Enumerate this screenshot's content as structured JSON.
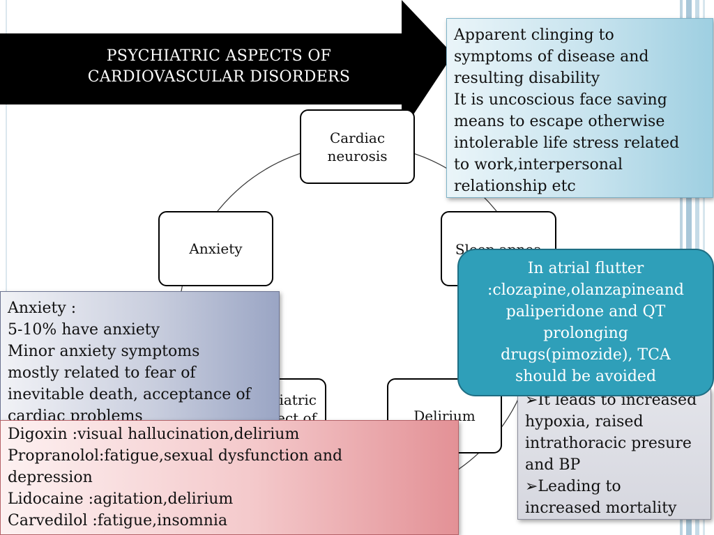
{
  "slide": {
    "title_lines": [
      "PSYCHIATRIC ASPECTS OF",
      "CARDIOVASCULAR DISORDERS"
    ]
  },
  "nodes": {
    "cardiac_neurosis": [
      "Cardiac",
      "neurosis"
    ],
    "anxiety": "Anxiety",
    "sleep_apnea": "Sleep apnea",
    "psychiatric_side_effect": [
      "Psychiatric",
      "side effect of"
    ],
    "delirium": "Delirium"
  },
  "callouts": {
    "cardiac_neurosis_note": [
      "Apparent clinging to",
      "symptoms of disease and",
      "resulting disability",
      "It is uncoscious face saving",
      "means to escape otherwise",
      "intolerable life stress related",
      "to work,interpersonal",
      "relationship etc"
    ],
    "atrial_flutter_note": [
      "In atrial flutter",
      ":clozapine,olanzapineand",
      "paliperidone and QT",
      "prolonging",
      "drugs(pimozide), TCA",
      "should be avoided"
    ],
    "sleep_apnea_note": [
      "➢It leads to increased",
      "hypoxia, raised",
      "intrathoracic presure",
      "and BP",
      "➢Leading to",
      "increased mortality"
    ],
    "anxiety_note": [
      "Anxiety :",
      "5-10% have anxiety",
      "Minor anxiety symptoms",
      "mostly related to fear of",
      "inevitable death, acceptance of",
      "cardiac problems"
    ],
    "drug_side_effects_note": [
      "Digoxin :visual hallucination,delirium",
      "Propranolol:fatigue,sexual dysfunction and",
      "depression",
      "Lidocaine :agitation,delirium",
      "Carvedilol :fatigue,insomnia"
    ]
  },
  "colors": {
    "arrow": "#000000",
    "teal": "#2f9fb9",
    "stripe": "#a9c7d9"
  }
}
